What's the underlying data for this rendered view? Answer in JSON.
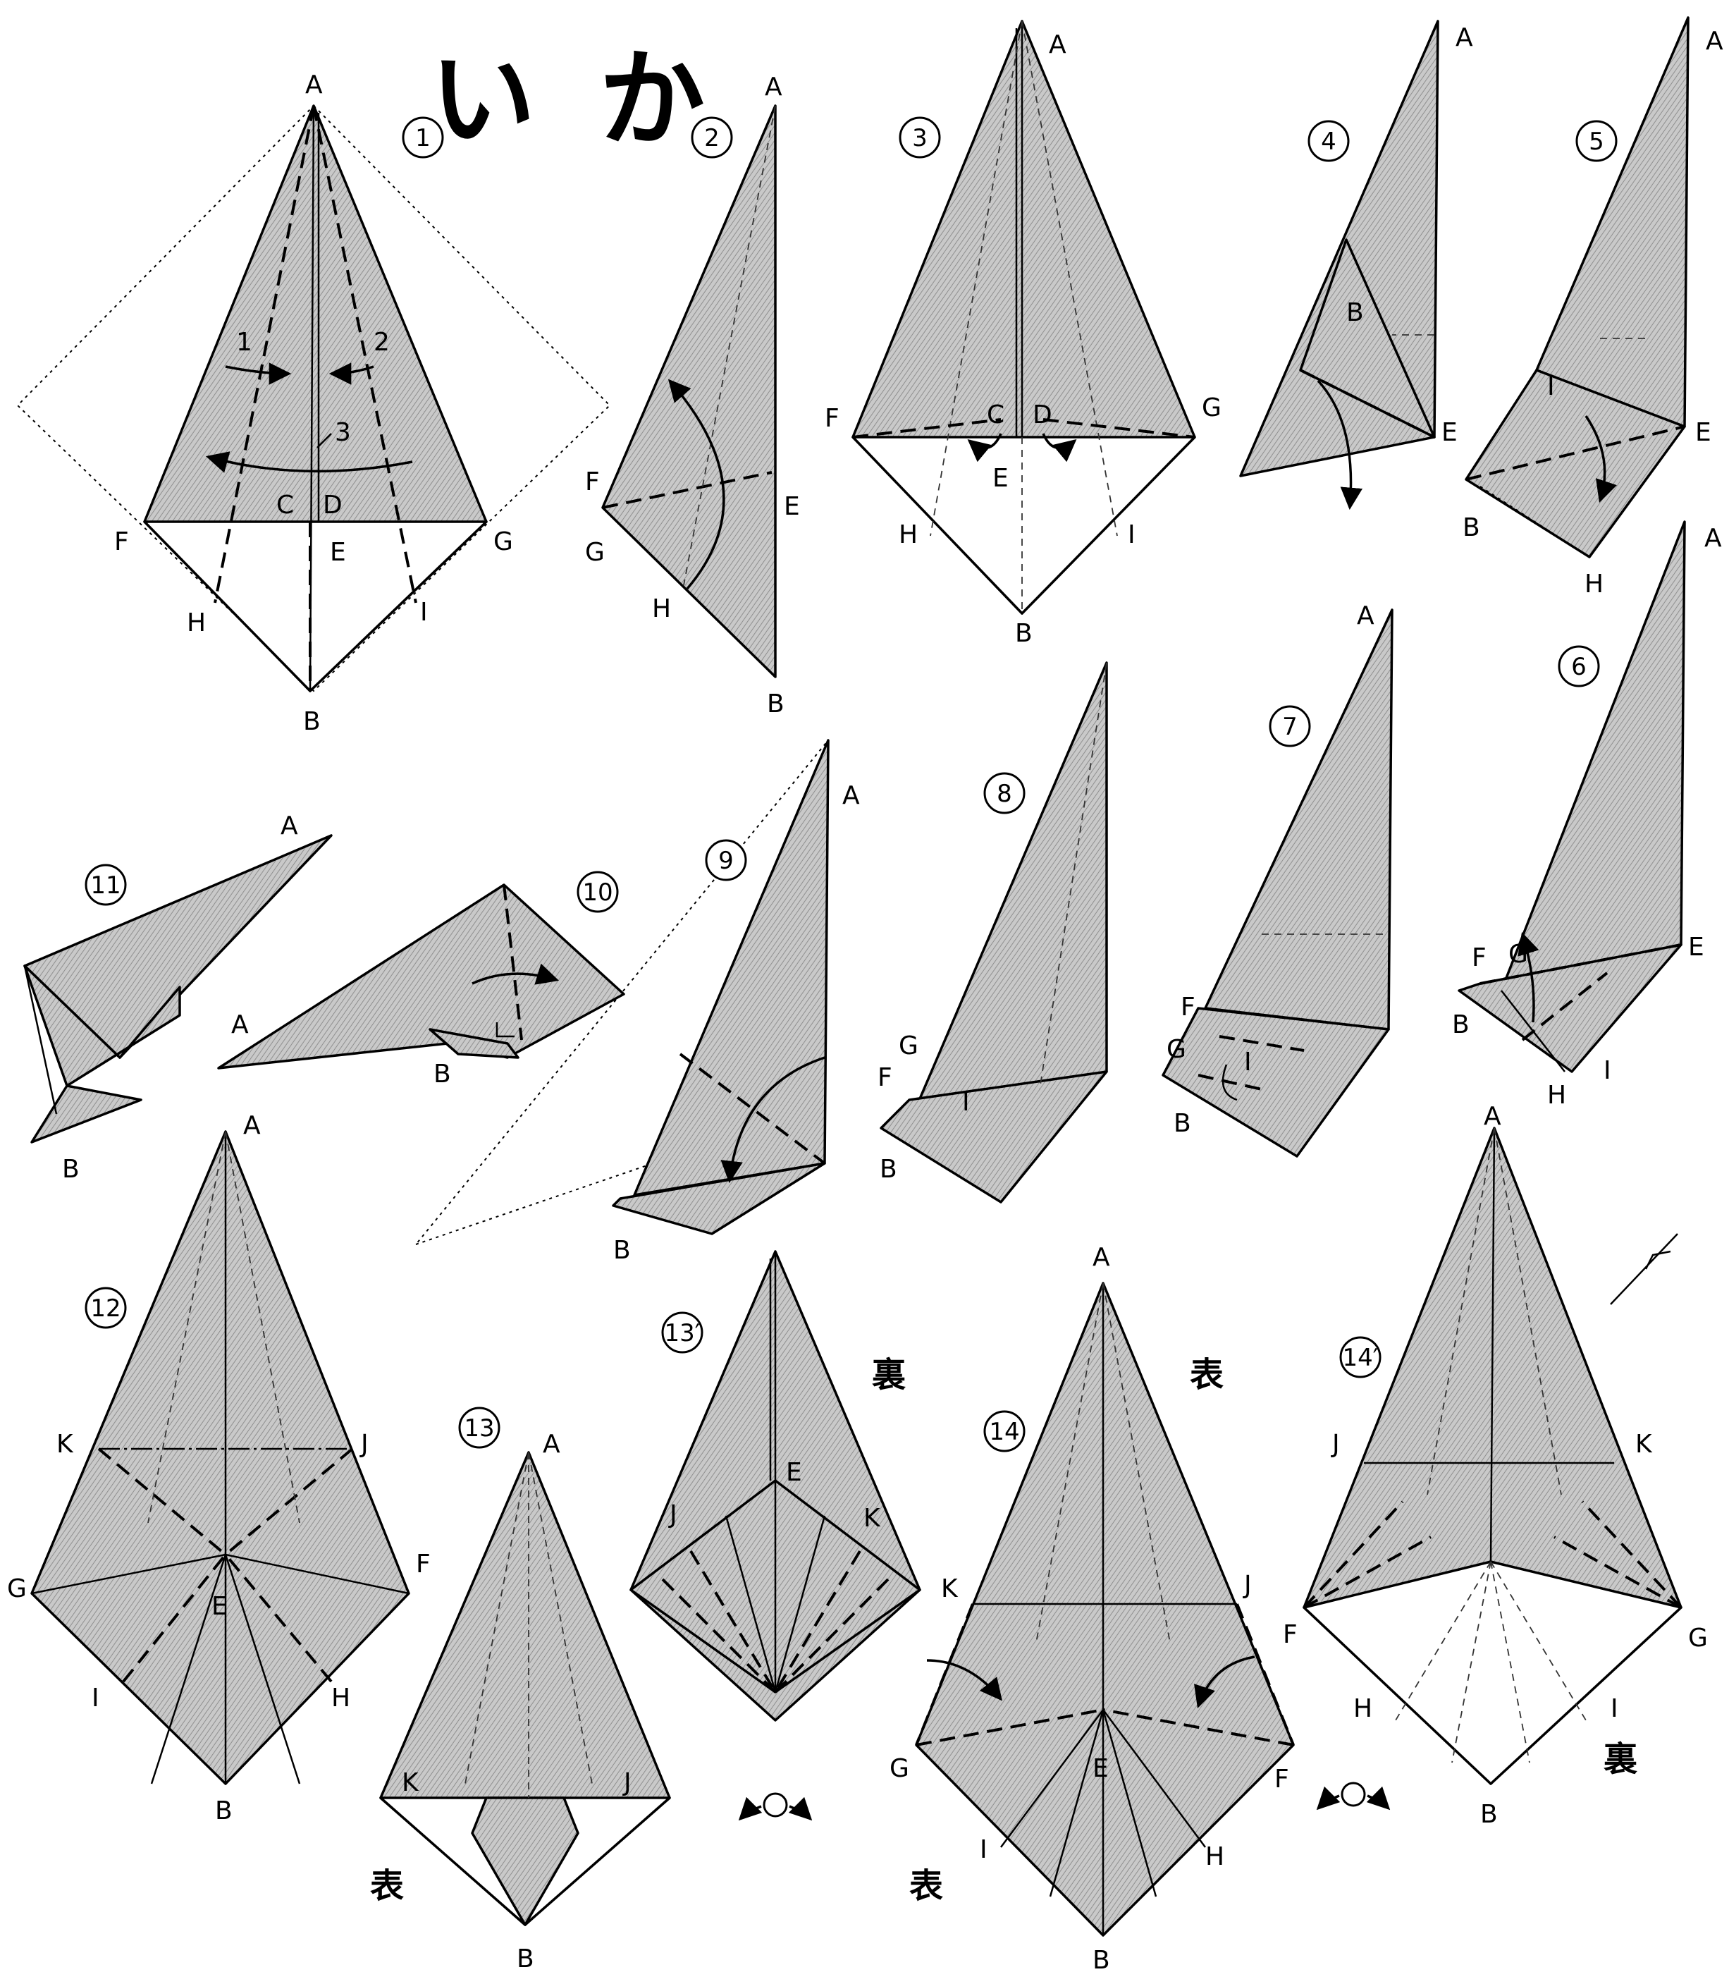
{
  "title": "いか",
  "colors": {
    "paper": "#ffffff",
    "ink": "#000000",
    "shade": "#bdbdbd"
  },
  "side_words": {
    "front": "表",
    "back": "裏"
  },
  "step_numbers": [
    "1",
    "2",
    "3",
    "4",
    "5",
    "6",
    "7",
    "8",
    "9",
    "10",
    "11",
    "12",
    "13",
    "13′",
    "14",
    "14′"
  ],
  "diagrams": {
    "s1": {
      "step": "1",
      "labels": {
        "A": "A",
        "C": "C",
        "D": "D",
        "E": "E",
        "F": "F",
        "G": "G",
        "H": "H",
        "I": "I",
        "B": "B"
      },
      "fold_order": [
        "1",
        "2",
        "3"
      ]
    },
    "s2": {
      "step": "2",
      "labels": {
        "A": "A",
        "F": "F",
        "G": "G",
        "E": "E",
        "H": "H",
        "B": "B"
      }
    },
    "s3": {
      "step": "3",
      "labels": {
        "A": "A",
        "F": "F",
        "C": "C",
        "D": "D",
        "G": "G",
        "E": "E",
        "H": "H",
        "I": "I",
        "B": "B"
      }
    },
    "s4": {
      "step": "4",
      "labels": {
        "A": "A",
        "B": "B",
        "E": "E"
      }
    },
    "s5": {
      "step": "5",
      "labels": {
        "A": "A",
        "I": "I",
        "E": "E",
        "B": "B",
        "H": "H"
      }
    },
    "s6": {
      "step": "6",
      "labels": {
        "A": "A",
        "F": "F",
        "G": "G",
        "E": "E",
        "B": "B",
        "H": "H",
        "I": "I"
      }
    },
    "s7": {
      "step": "7",
      "labels": {
        "A": "A",
        "F": "F",
        "G": "G",
        "I": "I",
        "B": "B"
      }
    },
    "s8": {
      "step": "8",
      "labels": {
        "G": "G",
        "F": "F",
        "I": "I",
        "B": "B"
      }
    },
    "s9": {
      "step": "9",
      "labels": {
        "A": "A",
        "B": "B"
      }
    },
    "s10": {
      "step": "10",
      "labels": {
        "A": "A",
        "B": "B"
      }
    },
    "s11": {
      "step": "11",
      "labels": {
        "A": "A",
        "B": "B"
      }
    },
    "s12": {
      "step": "12",
      "labels": {
        "A": "A",
        "K": "K",
        "J": "J",
        "G": "G",
        "F": "F",
        "E": "E",
        "I": "I",
        "H": "H",
        "B": "B"
      }
    },
    "s13": {
      "step": "13",
      "labels": {
        "A": "A",
        "K": "K",
        "J": "J",
        "B": "B"
      }
    },
    "s13p": {
      "step": "13′",
      "labels": {
        "E": "E",
        "J": "J",
        "K": "K"
      }
    },
    "s14": {
      "step": "14",
      "labels": {
        "A": "A",
        "K": "K",
        "J": "J",
        "G": "G",
        "E": "E",
        "F": "F",
        "I": "I",
        "H": "H",
        "B": "B"
      }
    },
    "s14p": {
      "step": "14′",
      "labels": {
        "A": "A",
        "J": "J",
        "K": "K",
        "F": "F",
        "G": "G",
        "H": "H",
        "I": "I",
        "B": "B"
      }
    }
  }
}
